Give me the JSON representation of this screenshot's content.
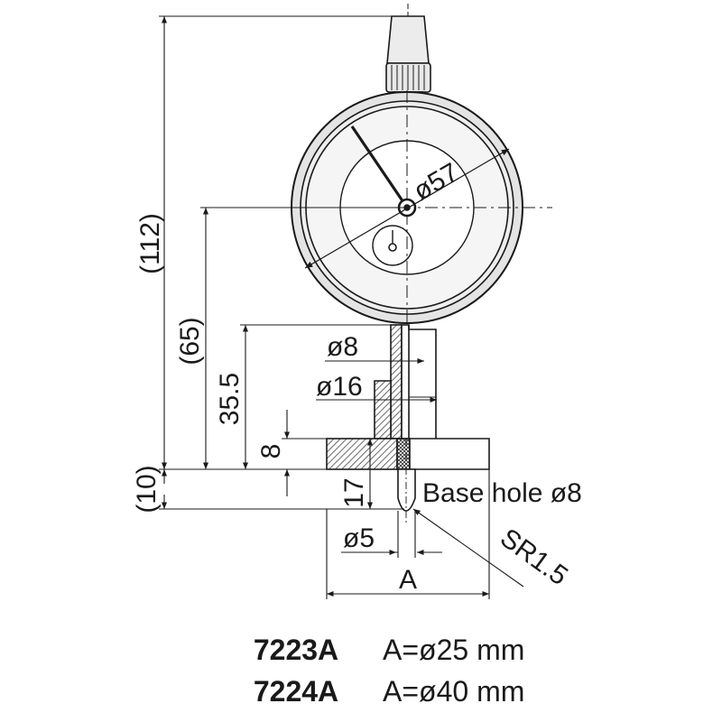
{
  "drawing": {
    "dimensions": {
      "overall_height": "(112)",
      "center_height": "(65)",
      "stem_height": "35.5",
      "base_thickness": "8",
      "contact_length": "17",
      "below_base": "(10)",
      "dial_diameter": "ø57",
      "stem_diameter": "ø8",
      "collar_diameter": "ø16",
      "contact_diameter": "ø5",
      "base_width": "A",
      "contact_radius": "SR1.5",
      "base_hole": "Base hole ø8"
    },
    "models": [
      {
        "model": "7223A",
        "spec": "A=ø25 mm"
      },
      {
        "model": "7224A",
        "spec": "A=ø40 mm"
      }
    ],
    "colors": {
      "line": "#1a1a1a",
      "dial_face": "#f4f4f4",
      "bezel": "#e6e6e6",
      "body_fill": "#eeeeee",
      "hatch": "#555555"
    }
  }
}
